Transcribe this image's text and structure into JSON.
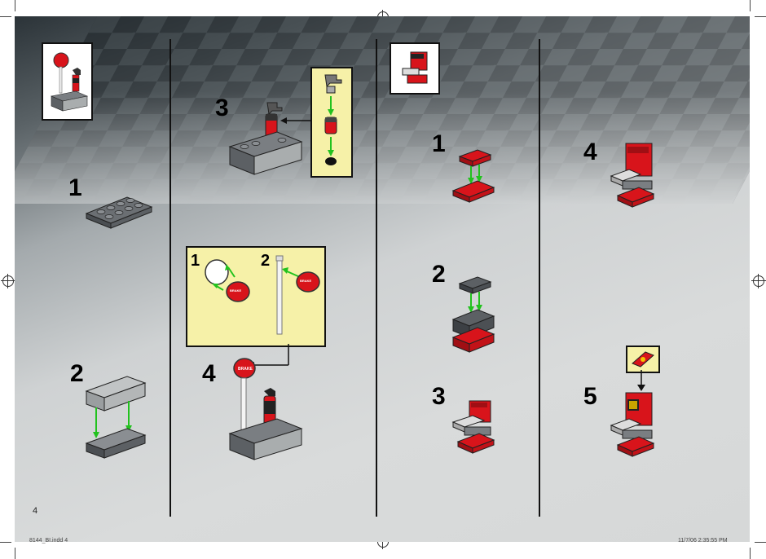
{
  "page_number": "4",
  "footer": {
    "file_slug": "8144_BI.indd   4",
    "timestamp": "11/7/06   2:35:55 PM"
  },
  "column1": {
    "steps": [
      "1",
      "2"
    ]
  },
  "column2": {
    "steps": [
      "3",
      "4"
    ],
    "callout_steps": [
      "1",
      "2"
    ],
    "sign_text": "BRAKE"
  },
  "column3": {
    "steps": [
      "1",
      "2",
      "3"
    ]
  },
  "column4": {
    "steps": [
      "4",
      "5"
    ]
  },
  "colors": {
    "brick_red": "#d8141b",
    "brick_dark_gray": "#5c6064",
    "brick_light_gray": "#a9adae",
    "callout_yellow": "#f6f1a8",
    "arrow_green": "#22c21e"
  }
}
